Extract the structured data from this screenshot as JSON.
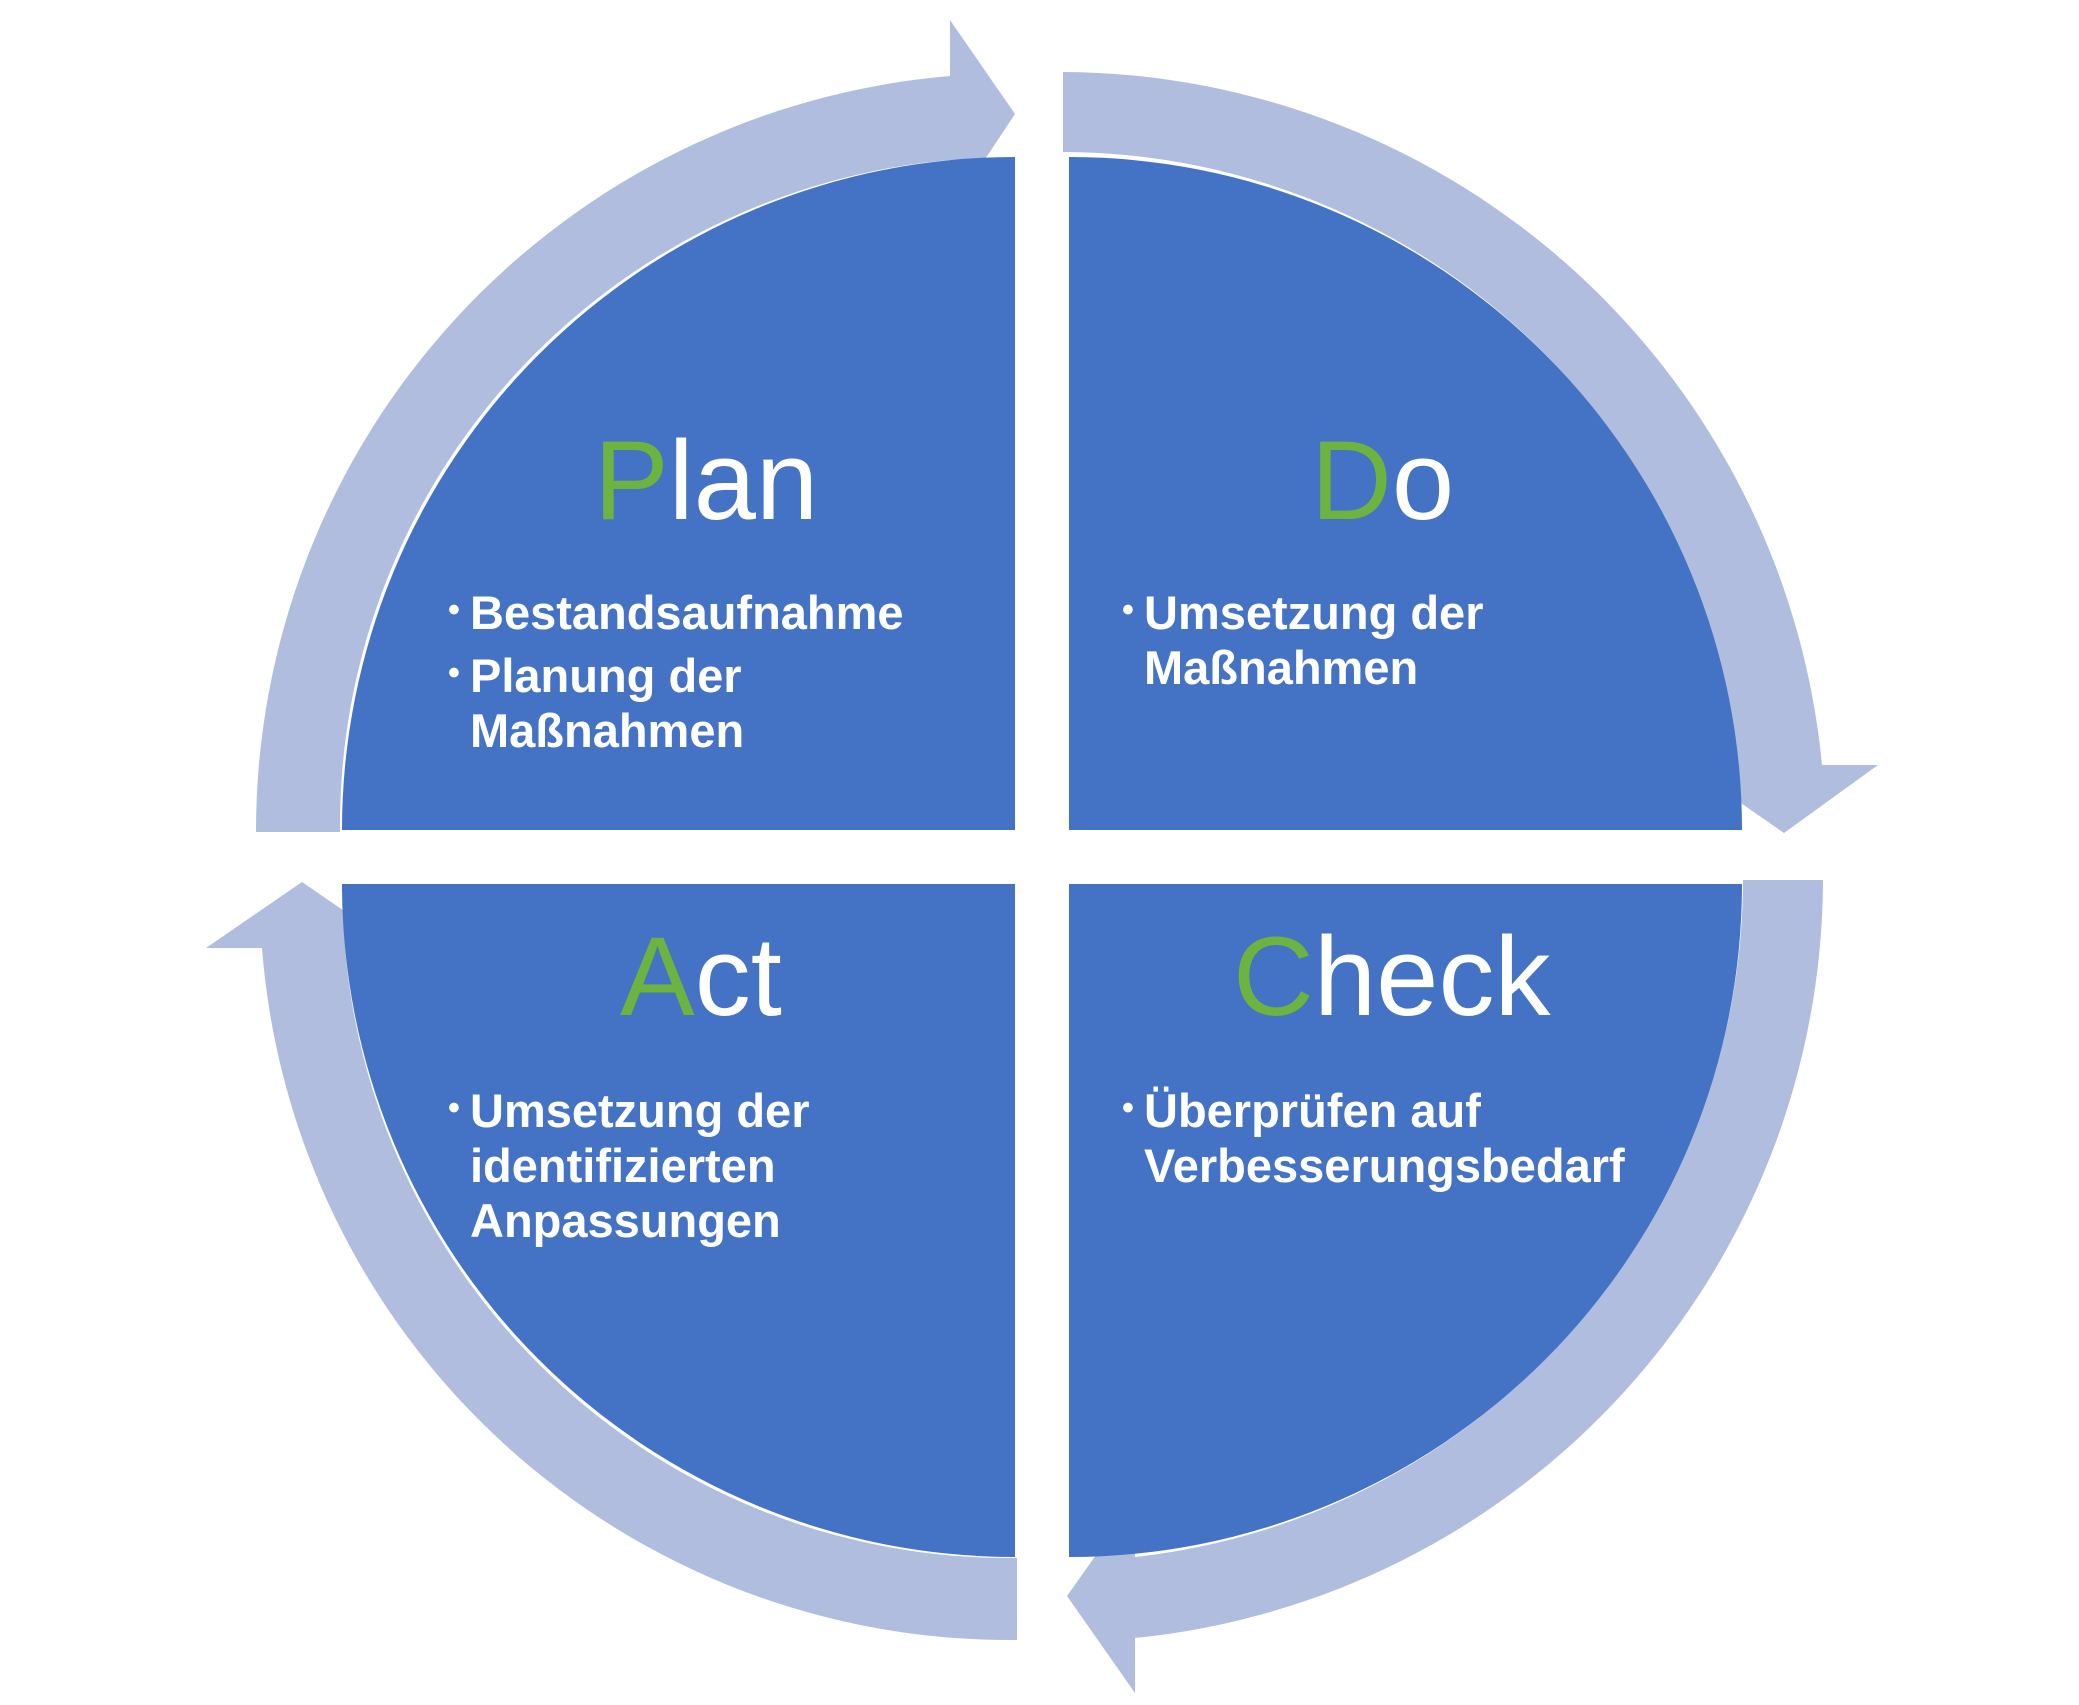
{
  "colors": {
    "quadrant_fill": "#4472C4",
    "arrow_fill": "#B0BDDF",
    "initial_letter": "#6DB33F",
    "text": "#FFFFFF",
    "background": "#FFFFFF"
  },
  "quadrants": [
    {
      "id": "plan",
      "initial": "P",
      "rest": "lan",
      "items": [
        "Bestandsaufnahme",
        "Planung der Maßnahmen"
      ]
    },
    {
      "id": "do",
      "initial": "D",
      "rest": "o",
      "items": [
        "Umsetzung der Maßnahmen"
      ]
    },
    {
      "id": "check",
      "initial": "C",
      "rest": "heck",
      "items": [
        "Überprüfen auf Verbesserungsbedarf"
      ]
    },
    {
      "id": "act",
      "initial": "A",
      "rest": "ct",
      "items": [
        "Umsetzung der identifizierten Anpassungen"
      ]
    }
  ]
}
